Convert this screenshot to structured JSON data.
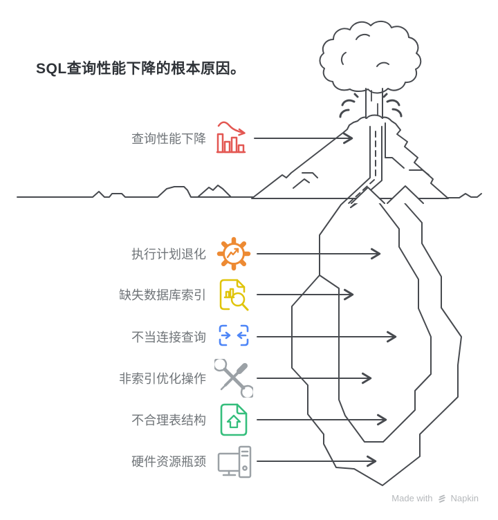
{
  "title": "SQL查询性能下降的根本原因。",
  "line_color": "#474A4F",
  "label_color": "#6F7478",
  "surface": {
    "label": "查询性能下降",
    "icon": "declining-bar-chart-icon",
    "color": "#E35752"
  },
  "causes": [
    {
      "label": "执行计划退化",
      "icon": "gear-trend-icon",
      "color": "#ED8A33"
    },
    {
      "label": "缺失数据库索引",
      "icon": "document-search-icon",
      "color": "#E0C40A"
    },
    {
      "label": "不当连接查询",
      "icon": "merge-arrows-icon",
      "color": "#4E86F7"
    },
    {
      "label": "非索引优化操作",
      "icon": "crossed-tools-icon",
      "color": "#9BA1A6"
    },
    {
      "label": "不合理表结构",
      "icon": "document-home-icon",
      "color": "#35BE7C"
    },
    {
      "label": "硬件资源瓶颈",
      "icon": "desktop-computer-icon",
      "color": "#9BA1A6"
    }
  ],
  "watermark": {
    "prefix": "Made with",
    "brand": "Napkin"
  }
}
